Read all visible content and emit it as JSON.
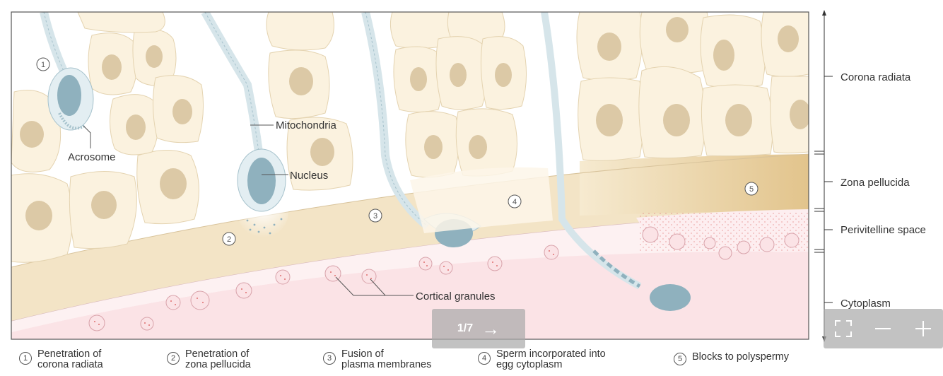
{
  "labels": {
    "mitochondria": "Mitochondria",
    "nucleus": "Nucleus",
    "acrosome": "Acrosome",
    "cortical_granules": "Cortical granules"
  },
  "layers": {
    "corona_radiata": "Corona radiata",
    "zona_pellucida": "Zona pellucida",
    "perivitelline_space": "Perivitelline space",
    "cytoplasm": "Cytoplasm"
  },
  "markers": [
    "1",
    "2",
    "3",
    "4",
    "5"
  ],
  "legend": [
    {
      "num": "1",
      "line1": "Penetration of",
      "line2": "corona radiata"
    },
    {
      "num": "2",
      "line1": "Penetration of",
      "line2": "zona pellucida"
    },
    {
      "num": "3",
      "line1": "Fusion of",
      "line2": "plasma membranes"
    },
    {
      "num": "4",
      "line1": "Sperm incorporated into",
      "line2": "egg cytoplasm"
    },
    {
      "num": "5",
      "line1": "Blocks to polyspermy",
      "line2": ""
    }
  ],
  "pager": {
    "label": "1/7",
    "arrow_icon": "arrow-right-icon"
  },
  "controls": {
    "fullscreen_icon": "fullscreen-icon",
    "zoom_out_icon": "minus-icon",
    "zoom_in_icon": "plus-icon"
  },
  "colors": {
    "cell_fill": "#fbf2df",
    "cell_nucleus": "#dcc9a6",
    "zona": "#f3e4c6",
    "cytoplasm": "#fbe3e6",
    "sperm": "#8fb1be",
    "sperm_membrane": "#e3eef2",
    "granule": "#e06f6f"
  }
}
